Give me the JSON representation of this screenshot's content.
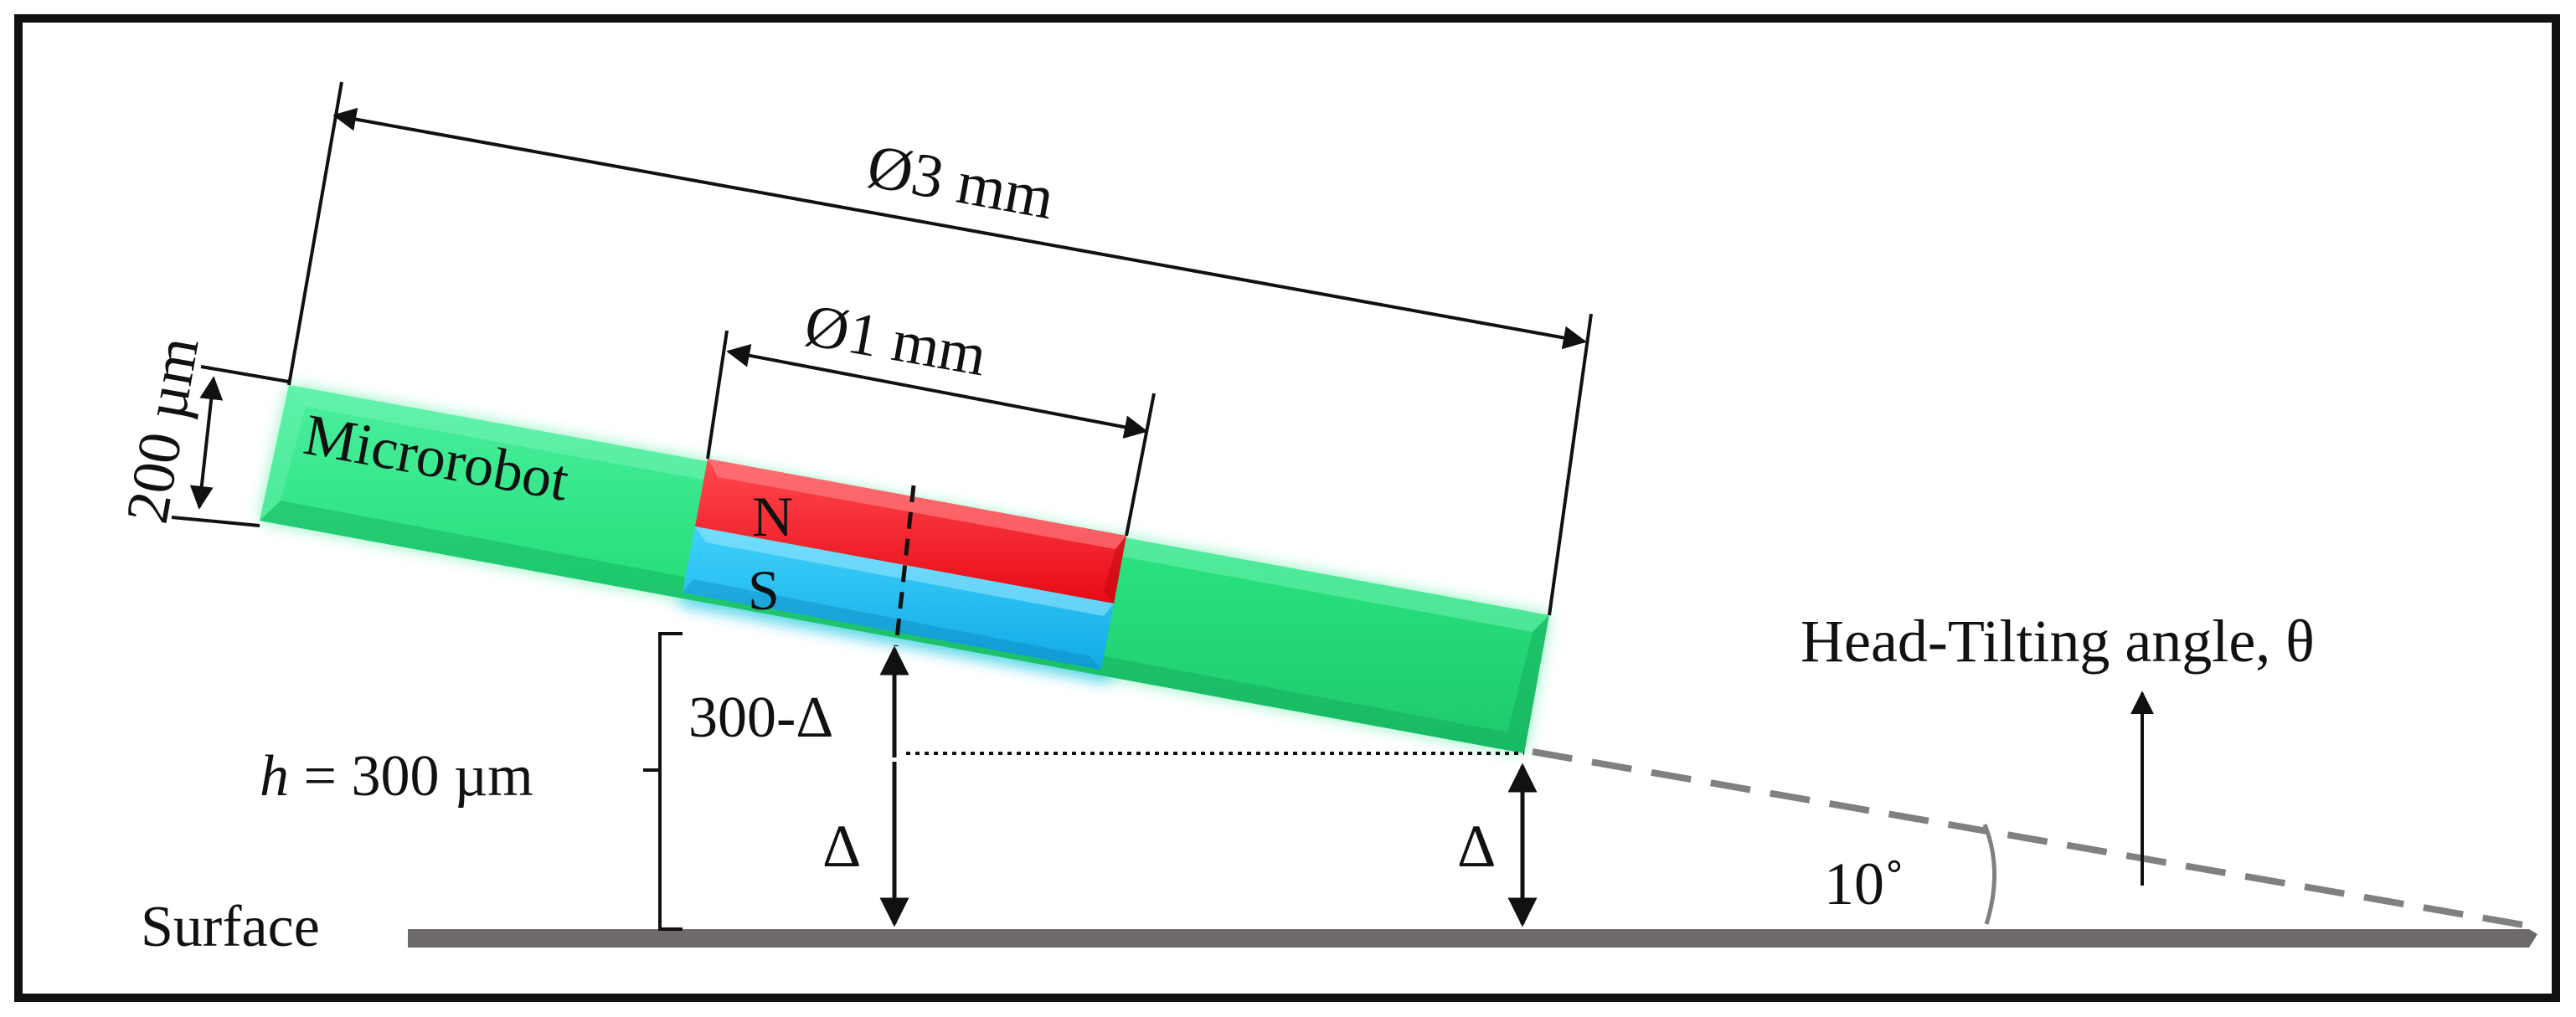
{
  "labels": {
    "outer_diameter": "Ø3 mm",
    "inner_diameter": "Ø1 mm",
    "thickness": "200 µm",
    "robot": "Microrobot",
    "north": "N",
    "south": "S",
    "height_var": "h",
    "height_rest": " = 300 µm",
    "upper_segment": "300-Δ",
    "delta_left": "Δ",
    "delta_right": "Δ",
    "surface": "Surface",
    "tilt_title": "Head-Tilting angle, θ",
    "angle": "10˚"
  },
  "colors": {
    "robot_green": "#2ee58a",
    "north_red": "#ff1f2a",
    "south_blue": "#22c4f5",
    "surface_gray": "#6f6a6a"
  },
  "tilt_angle_deg": 10
}
